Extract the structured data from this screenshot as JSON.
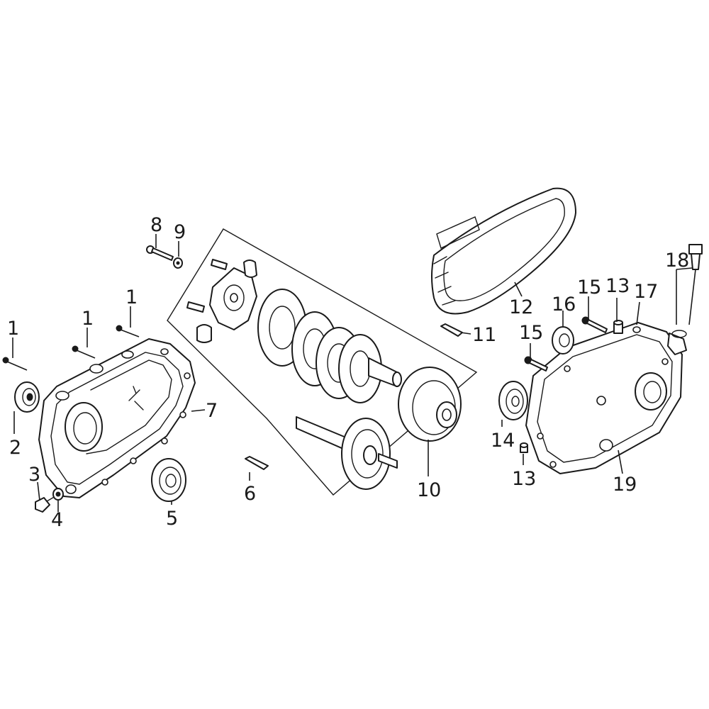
{
  "diagram": {
    "callouts": [
      {
        "id": "c1a",
        "text": "1"
      },
      {
        "id": "c1b",
        "text": "1"
      },
      {
        "id": "c1c",
        "text": "1"
      },
      {
        "id": "c2",
        "text": "2"
      },
      {
        "id": "c3",
        "text": "3"
      },
      {
        "id": "c4",
        "text": "4"
      },
      {
        "id": "c5",
        "text": "5"
      },
      {
        "id": "c6",
        "text": "6"
      },
      {
        "id": "c7",
        "text": "7"
      },
      {
        "id": "c8",
        "text": "8"
      },
      {
        "id": "c9",
        "text": "9"
      },
      {
        "id": "c10",
        "text": "10"
      },
      {
        "id": "c11",
        "text": "11"
      },
      {
        "id": "c12",
        "text": "12"
      },
      {
        "id": "c13a",
        "text": "13"
      },
      {
        "id": "c13b",
        "text": "13"
      },
      {
        "id": "c14",
        "text": "14"
      },
      {
        "id": "c15a",
        "text": "15"
      },
      {
        "id": "c15b",
        "text": "15"
      },
      {
        "id": "c16",
        "text": "16"
      },
      {
        "id": "c17",
        "text": "17"
      },
      {
        "id": "c18",
        "text": "18"
      },
      {
        "id": "c19",
        "text": "19"
      }
    ]
  }
}
